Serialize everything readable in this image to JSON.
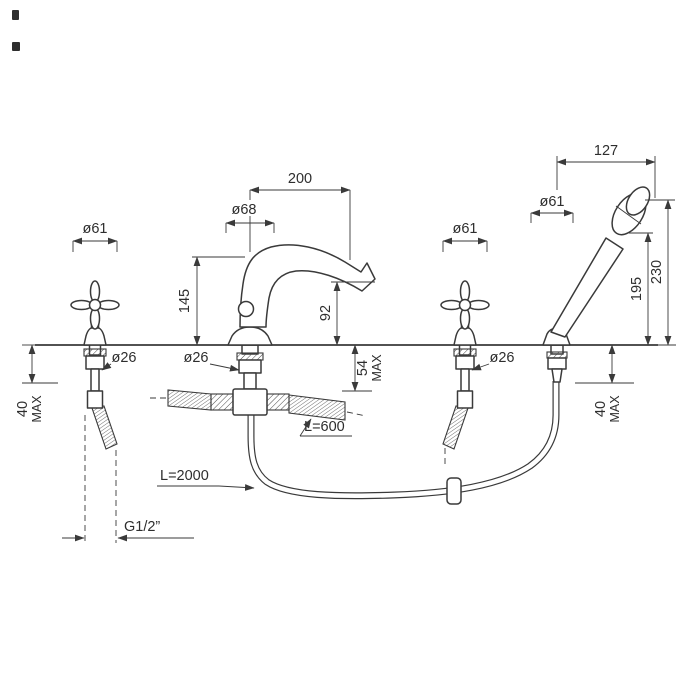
{
  "drawing": {
    "title": "bath-mixer-technical-drawing",
    "labels": {
      "dim_200": "200",
      "dim_127": "127",
      "dia_68": "ø68",
      "dia_61_left": "ø61",
      "dia_61_right": "ø61",
      "dia_61_shower": "ø61",
      "dim_145": "145",
      "dim_92": "92",
      "dim_195": "195",
      "dim_230": "230",
      "dia_26_left": "ø26",
      "dia_26_center": "ø26",
      "dia_26_right": "ø26",
      "dim_54": "54",
      "dim_54_max": "MAX",
      "dim_40_left": "40",
      "dim_40_left_max": "MAX",
      "dim_40_right": "40",
      "dim_40_right_max": "MAX",
      "hose_short": "L=600",
      "hose_long": "L=2000",
      "thread": "G1/2”"
    },
    "colors": {
      "line": "#3a3a3a",
      "background": "#ffffff"
    }
  }
}
